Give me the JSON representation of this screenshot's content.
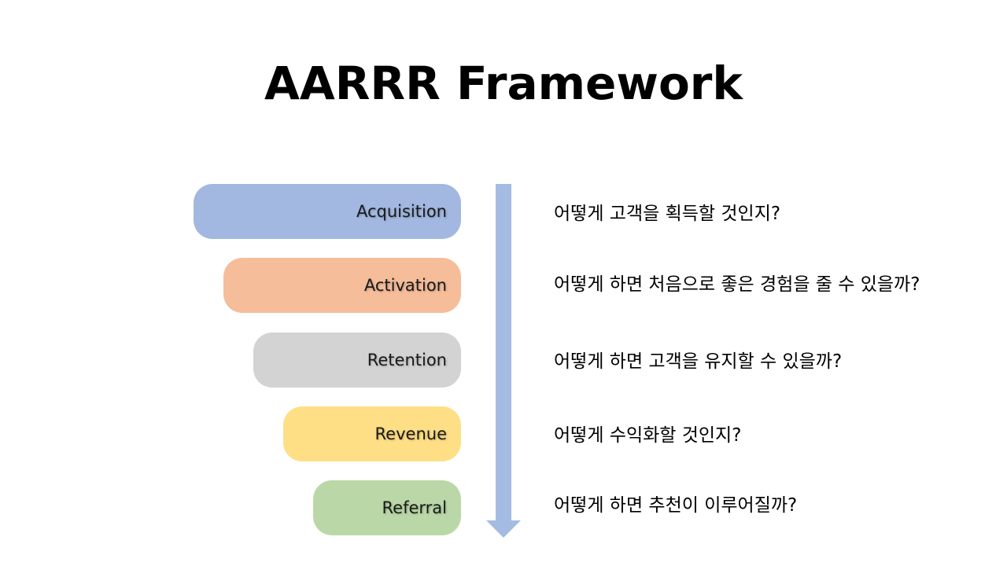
{
  "title": "AARRR Framework",
  "colors": {
    "arrow": "#a4bce3",
    "acquisition": "#a2b8e0",
    "activation": "#f5bd9a",
    "retention": "#d3d3d3",
    "revenue": "#ffdf85",
    "referral": "#bad8a7"
  },
  "stages": [
    {
      "label": "Acquisition",
      "question": "어떻게 고객을 획득할 것인지?"
    },
    {
      "label": "Activation",
      "question": "어떻게 하면 처음으로 좋은 경험을 줄 수 있을까?"
    },
    {
      "label": "Retention",
      "question": "어떻게 하면 고객을 유지할 수 있을까?"
    },
    {
      "label": "Revenue",
      "question": "어떻게 수익화할 것인지?"
    },
    {
      "label": "Referral",
      "question": "어떻게 하면 추천이 이루어질까?"
    }
  ]
}
